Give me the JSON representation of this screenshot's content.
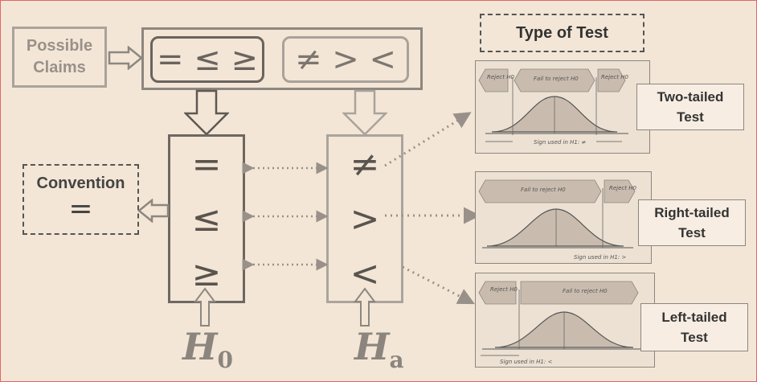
{
  "claims": {
    "label": "Possible Claims",
    "null_symbols": "= ≤ ≥",
    "alt_symbols": "≠ > <"
  },
  "null_column": {
    "symbols": [
      "=",
      "≤",
      "≥"
    ],
    "label_main": "H",
    "label_sub": "0"
  },
  "alt_column": {
    "symbols": [
      "≠",
      ">",
      "<"
    ],
    "label_main": "H",
    "label_sub": "a"
  },
  "convention": {
    "title": "Convention",
    "symbol": "="
  },
  "type_of_test": {
    "title": "Type of Test"
  },
  "tests": [
    {
      "label_line1": "Two-tailed",
      "label_line2": "Test",
      "reject_left": "Reject H0",
      "fail": "Fail to reject H0",
      "reject_right": "Reject H0",
      "sign_note": "Sign used in H1: ≠"
    },
    {
      "label_line1": "Right-tailed",
      "label_line2": "Test",
      "fail": "Fail to reject H0",
      "reject_right": "Reject H0",
      "sign_note": "Sign used in H1: >"
    },
    {
      "label_line1": "Left-tailed",
      "label_line2": "Test",
      "reject_left": "Reject H0",
      "fail": "Fail to reject H0",
      "sign_note": "Sign used in H1: <"
    }
  ],
  "colors": {
    "background": "#f3e6d6",
    "border_accent": "#e06666",
    "arrow_fill": "#f3e6d6",
    "arrow_stroke": "#7a746e",
    "dotted_connector": "#999189",
    "curve_fill": "#c9bcae"
  }
}
